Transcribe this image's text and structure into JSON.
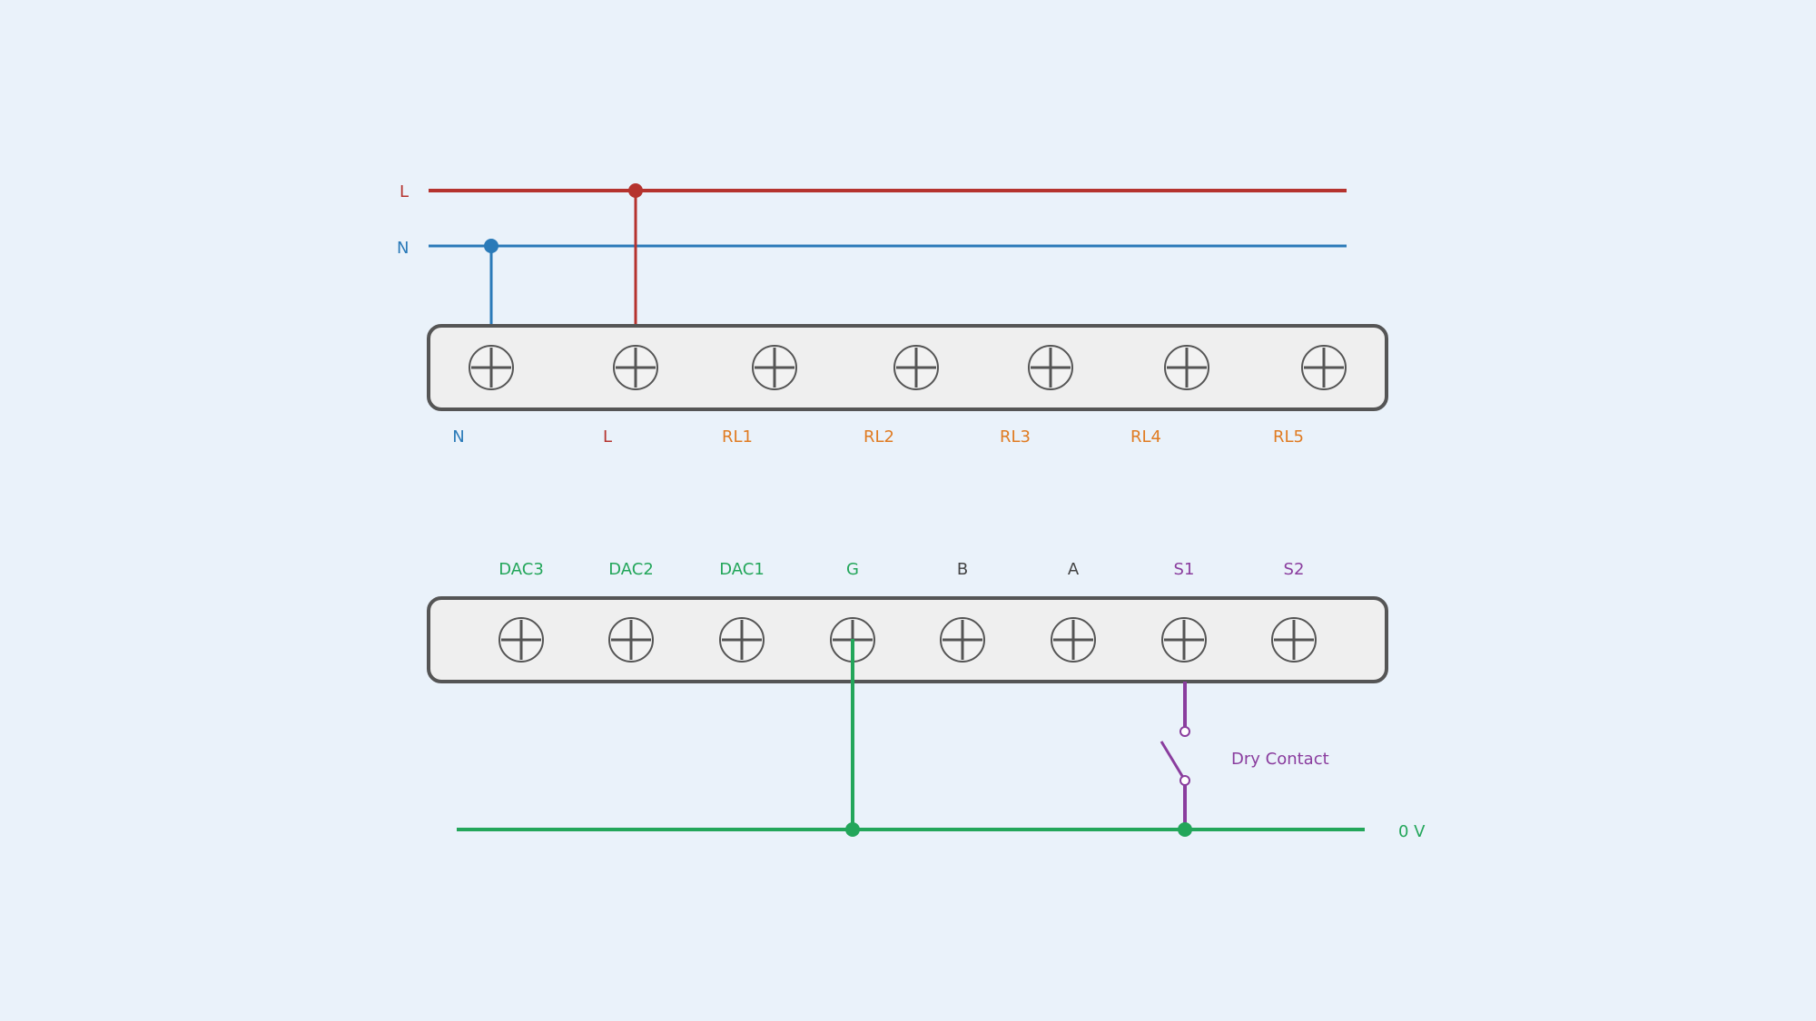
{
  "colors": {
    "line": "#b5332e",
    "neutral": "#2a7ab8",
    "relay": "#e07b21",
    "analog": "#23a65a",
    "bus": "#444444",
    "input": "#8a3d9e",
    "block_fill": "#efefef",
    "block_stroke": "#555555",
    "background": "#eaf2fa"
  },
  "rails": {
    "line_label": "L",
    "neutral_label": "N",
    "ground_label": "0 V"
  },
  "top_block": {
    "terminals": [
      {
        "label": "N",
        "role": "neutral"
      },
      {
        "label": "L",
        "role": "line"
      },
      {
        "label": "RL1",
        "role": "relay"
      },
      {
        "label": "RL2",
        "role": "relay"
      },
      {
        "label": "RL3",
        "role": "relay"
      },
      {
        "label": "RL4",
        "role": "relay"
      },
      {
        "label": "RL5",
        "role": "relay"
      }
    ]
  },
  "bottom_block": {
    "terminals": [
      {
        "label": "DAC3",
        "role": "analog"
      },
      {
        "label": "DAC2",
        "role": "analog"
      },
      {
        "label": "DAC1",
        "role": "analog"
      },
      {
        "label": "G",
        "role": "analog"
      },
      {
        "label": "B",
        "role": "bus"
      },
      {
        "label": "A",
        "role": "bus"
      },
      {
        "label": "S1",
        "role": "input"
      },
      {
        "label": "S2",
        "role": "input"
      }
    ]
  },
  "switch": {
    "label": "Dry Contact"
  }
}
